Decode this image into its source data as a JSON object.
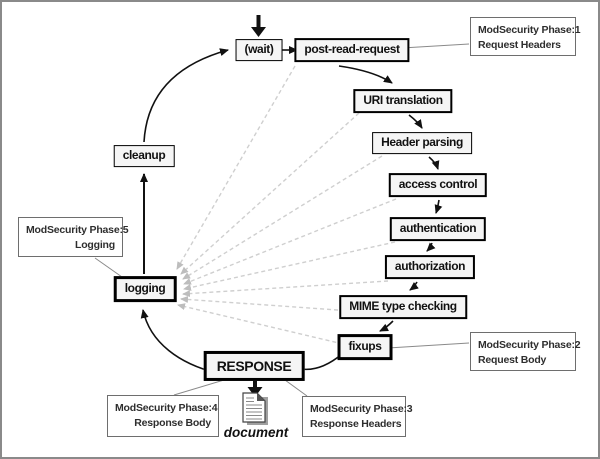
{
  "diagram": {
    "title_hint": "Apache request cycle with ModSecurity phases",
    "nodes": {
      "wait": "(wait)",
      "post_read_request": "post-read-request",
      "uri_translation": "URI translation",
      "header_parsing": "Header parsing",
      "access_control": "access control",
      "authentication": "authentication",
      "authorization": "authorization",
      "mime_type_checking": "MIME type checking",
      "fixups": "fixups",
      "response": "RESPONSE",
      "logging": "logging",
      "cleanup": "cleanup"
    },
    "annotations": {
      "phase1": {
        "line1": "ModSecurity Phase:1",
        "line2": "Request Headers"
      },
      "phase2": {
        "line1": "ModSecurity Phase:2",
        "line2": "Request Body"
      },
      "phase3": {
        "line1": "ModSecurity Phase:3",
        "line2": "Response Headers"
      },
      "phase4": {
        "line1": "ModSecurity Phase:4",
        "line2": "Response Body"
      },
      "phase5": {
        "line1": "ModSecurity Phase:5",
        "line2": "Logging"
      }
    },
    "document_label": "document",
    "icons": [
      "entry-down-arrow-icon",
      "response-down-arrow-icon",
      "document-icon"
    ],
    "colors": {
      "frame": "#8a8a8a",
      "node_fill": "#f5f5f5",
      "node_border": "#000000",
      "dashed_line": "#cfcfcf",
      "dashed_arrowhead": "#bdbdbd",
      "connector_gray": "#8a8a8a",
      "arrow_black": "#111111"
    }
  }
}
